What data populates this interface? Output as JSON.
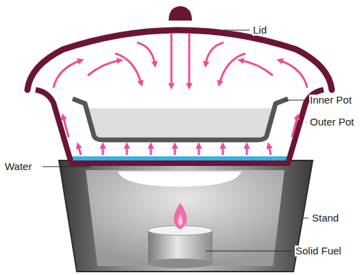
{
  "diagram": {
    "labels": [
      "Lid",
      "Inner Pot",
      "Outer Pot",
      "Water",
      "Stand",
      "Solid Fuel"
    ]
  }
}
